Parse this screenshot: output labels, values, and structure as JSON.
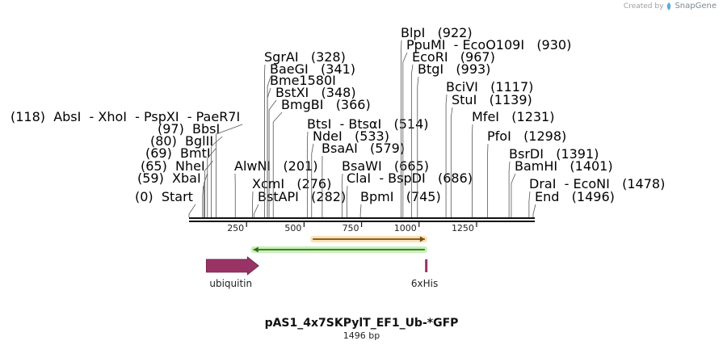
{
  "credit": {
    "created_by": "Created by",
    "brand": "SnapGene",
    "logo_icon": "snapgene-logo-icon"
  },
  "plasmid": {
    "name": "pAS1_4x7SKPylT_EF1_Ub-*GFP",
    "length_label": "1496 bp",
    "length_bp": 1496
  },
  "axis": {
    "ticks": [
      250,
      500,
      750,
      1000,
      1250
    ]
  },
  "sites": [
    {
      "id": "start",
      "pos": 0,
      "pos_label": "(0)",
      "names": [
        "Start"
      ],
      "italic": true,
      "pos_first": true
    },
    {
      "id": "xbai",
      "pos": 59,
      "pos_label": "(59)",
      "names": [
        "XbaI"
      ],
      "pos_first": true
    },
    {
      "id": "nhei",
      "pos": 65,
      "pos_label": "(65)",
      "names": [
        "NheI"
      ],
      "pos_first": true
    },
    {
      "id": "bmti",
      "pos": 69,
      "pos_label": "(69)",
      "names": [
        "BmtI"
      ],
      "pos_first": true
    },
    {
      "id": "bglii",
      "pos": 80,
      "pos_label": "(80)",
      "names": [
        "BglII"
      ],
      "pos_first": true
    },
    {
      "id": "bbsi",
      "pos": 97,
      "pos_label": "(97)",
      "names": [
        "BbsI"
      ],
      "pos_first": true
    },
    {
      "id": "absi",
      "pos": 118,
      "pos_label": "(118)",
      "names": [
        "AbsI",
        "XhoI",
        "PspXI",
        "PaeR7I"
      ],
      "pos_first": true
    },
    {
      "id": "bstapi",
      "pos": 282,
      "pos_label": "(282)",
      "names": [
        "BstAPI"
      ]
    },
    {
      "id": "xcmi",
      "pos": 276,
      "pos_label": "(276)",
      "names": [
        "XcmI"
      ]
    },
    {
      "id": "alwni",
      "pos": 201,
      "pos_label": "(201)",
      "names": [
        "AlwNI"
      ]
    },
    {
      "id": "sgrai",
      "pos": 328,
      "pos_label": "(328)",
      "names": [
        "SgrAI"
      ]
    },
    {
      "id": "baegi",
      "pos": 341,
      "pos_label": "(341)",
      "names": [
        "BaeGI"
      ]
    },
    {
      "id": "bme1580i",
      "pos": 341,
      "pos_label": "",
      "names": [
        "Bme1580I"
      ]
    },
    {
      "id": "bstxi",
      "pos": 348,
      "pos_label": "(348)",
      "names": [
        "BstXI"
      ]
    },
    {
      "id": "bmgbi",
      "pos": 366,
      "pos_label": "(366)",
      "names": [
        "BmgBI"
      ]
    },
    {
      "id": "btsi",
      "pos": 514,
      "pos_label": "(514)",
      "names": [
        "BtsI",
        "BtsαI"
      ]
    },
    {
      "id": "ndei",
      "pos": 533,
      "pos_label": "(533)",
      "names": [
        "NdeI"
      ]
    },
    {
      "id": "bsaai",
      "pos": 579,
      "pos_label": "(579)",
      "names": [
        "BsaAI"
      ]
    },
    {
      "id": "bsawi",
      "pos": 665,
      "pos_label": "(665)",
      "names": [
        "BsaWI"
      ]
    },
    {
      "id": "clai",
      "pos": 686,
      "pos_label": "(686)",
      "names": [
        "ClaI",
        "BspDI"
      ]
    },
    {
      "id": "bpmi",
      "pos": 745,
      "pos_label": "(745)",
      "names": [
        "BpmI"
      ]
    },
    {
      "id": "blpi",
      "pos": 922,
      "pos_label": "(922)",
      "names": [
        "BlpI"
      ]
    },
    {
      "id": "ppumi",
      "pos": 930,
      "pos_label": "(930)",
      "names": [
        "PpuMI",
        "EcoO109I"
      ]
    },
    {
      "id": "ecori",
      "pos": 967,
      "pos_label": "(967)",
      "names": [
        "EcoRI"
      ]
    },
    {
      "id": "btgi",
      "pos": 993,
      "pos_label": "(993)",
      "names": [
        "BtgI"
      ]
    },
    {
      "id": "bcivi",
      "pos": 1117,
      "pos_label": "(1117)",
      "names": [
        "BciVI"
      ]
    },
    {
      "id": "stui",
      "pos": 1139,
      "pos_label": "(1139)",
      "names": [
        "StuI"
      ]
    },
    {
      "id": "mfei",
      "pos": 1231,
      "pos_label": "(1231)",
      "names": [
        "MfeI"
      ]
    },
    {
      "id": "pfoi",
      "pos": 1298,
      "pos_label": "(1298)",
      "names": [
        "PfoI"
      ]
    },
    {
      "id": "bsrdi",
      "pos": 1391,
      "pos_label": "(1391)",
      "names": [
        "BsrDI"
      ]
    },
    {
      "id": "bamhi",
      "pos": 1401,
      "pos_label": "(1401)",
      "names": [
        "BamHI"
      ]
    },
    {
      "id": "drai",
      "pos": 1478,
      "pos_label": "(1478)",
      "names": [
        "DraI",
        "EcoNI"
      ]
    },
    {
      "id": "end",
      "pos": 1496,
      "pos_label": "(1496)",
      "names": [
        "End"
      ],
      "italic": true
    }
  ],
  "features": [
    {
      "id": "ubiquitin",
      "label": "ubiquitin",
      "start": 75,
      "end": 303,
      "direction": "forward",
      "color": "#993366"
    },
    {
      "id": "6xhis",
      "label": "6xHis",
      "start": 1012,
      "end": 1025,
      "direction": "forward",
      "color": "#993366"
    }
  ],
  "primers": [
    {
      "id": "orf-orange",
      "start": 538,
      "end": 1025,
      "direction": "forward",
      "color": "#f0a030",
      "glow": "#fbe3b8"
    },
    {
      "id": "orf-green",
      "start": 280,
      "end": 1025,
      "direction": "reverse",
      "color": "#45b82e",
      "glow": "#c9f0b8"
    }
  ]
}
